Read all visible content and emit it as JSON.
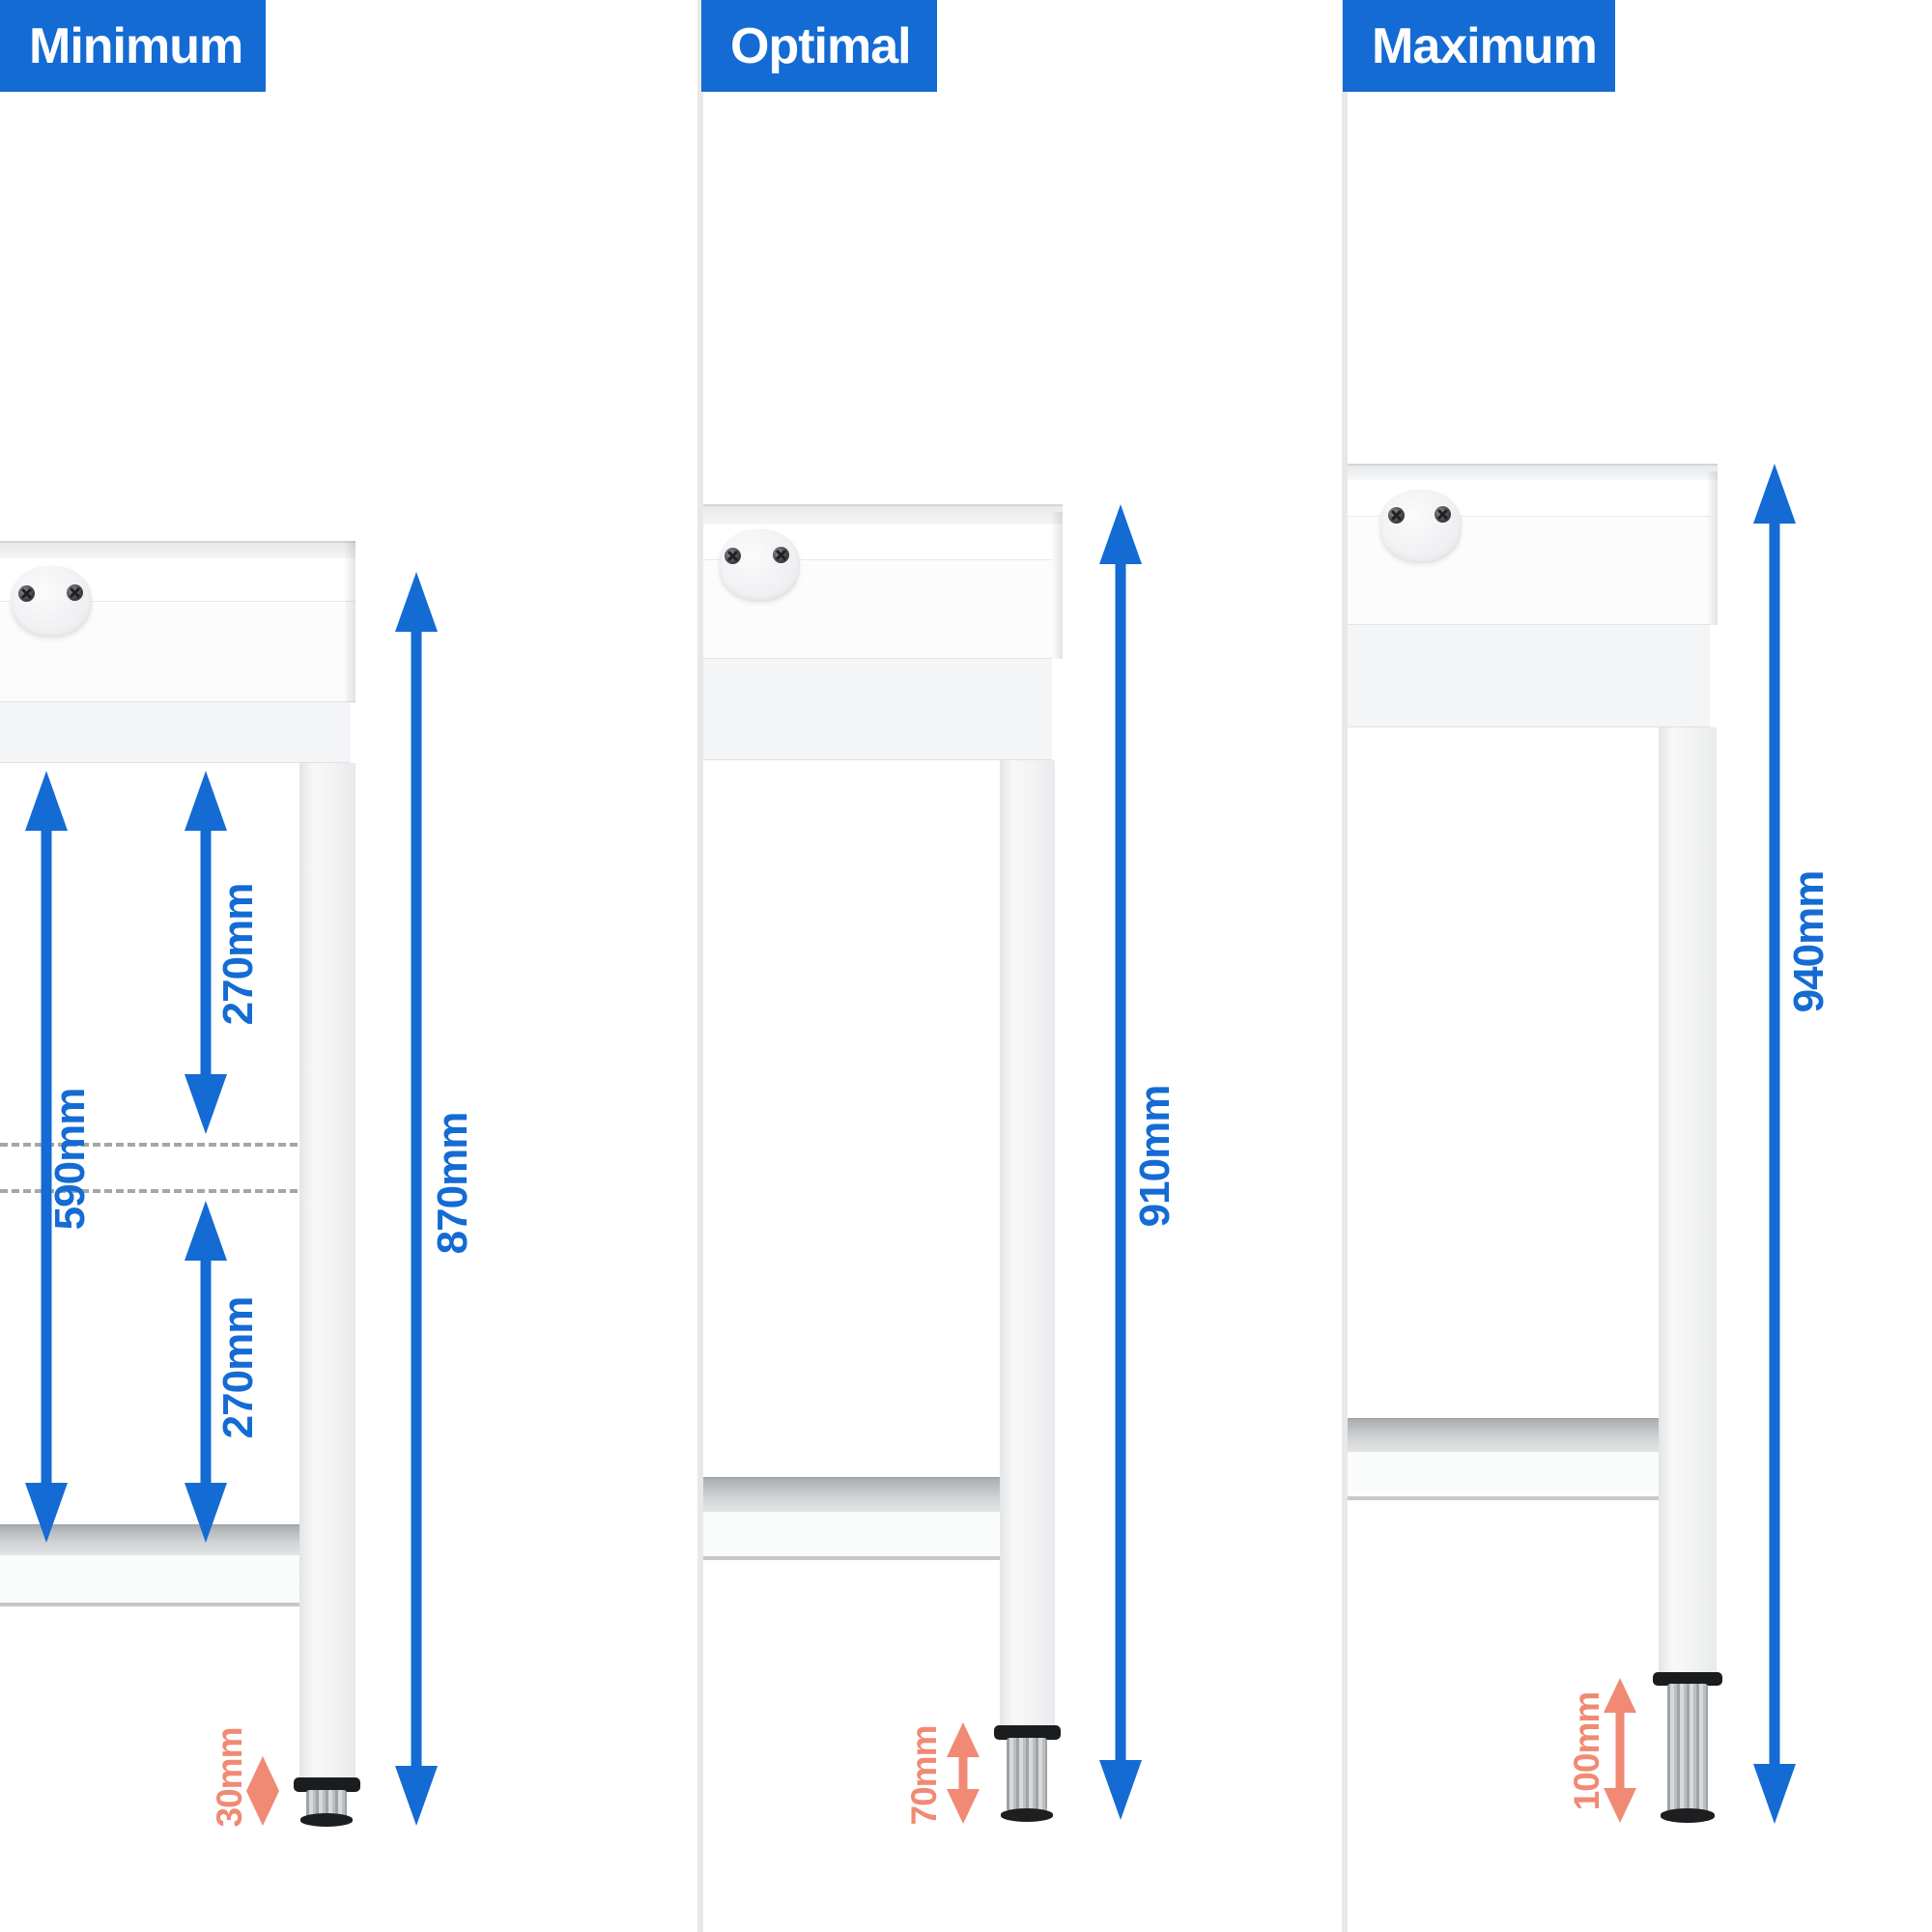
{
  "colors": {
    "accent_blue": "#146bd3",
    "accent_salmon": "#f08a74",
    "divider_gray": "#e8e8e8",
    "header_text": "#ffffff"
  },
  "panels": [
    {
      "label": "Minimum",
      "total_height": "870mm",
      "foot_adjustment": "30mm",
      "inner_clearance": "590mm",
      "upper_segment": "270mm",
      "lower_segment": "270mm"
    },
    {
      "label": "Optimal",
      "total_height": "910mm",
      "foot_adjustment": "70mm"
    },
    {
      "label": "Maximum",
      "total_height": "940mm",
      "foot_adjustment": "100mm"
    }
  ]
}
